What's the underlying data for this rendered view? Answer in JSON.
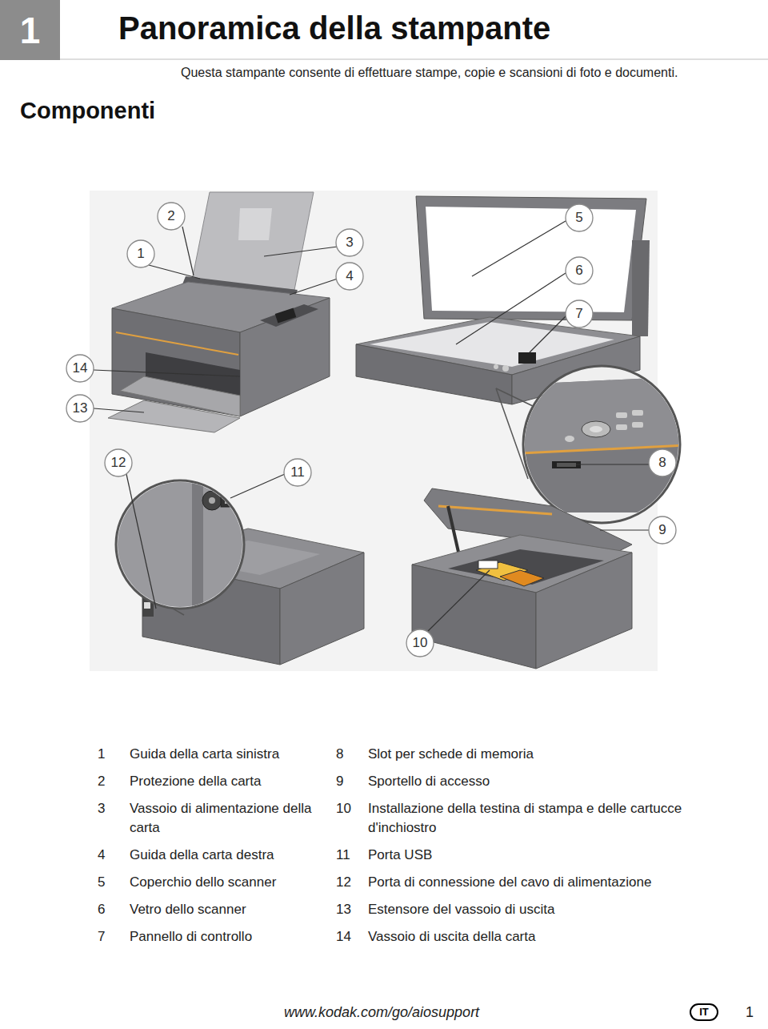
{
  "diagram": {
    "title": "Panoramica della stampante",
    "nodes": [
      {
        "text": [
          "1"
        ]
      },
      {
        "text": [
          "IT"
        ]
      }
    ],
    "labels": [
      "Questa stampante consente di effettuare stampe, copie e scansioni di foto e documenti.",
      "Componenti",
      "2",
      "5",
      "3",
      "1",
      "6",
      "4",
      "7",
      "14",
      "13",
      "12",
      "11",
      "8",
      "9",
      "10",
      "1",
      "Guida della carta sinistra",
      "8",
      "Slot per schede di memoria",
      "2",
      "Protezione della carta",
      "9",
      "Sportello di accesso",
      "3",
      "Vassoio di alimentazione della carta",
      "10",
      "Installazione della testina di stampa e delle cartucce d'inchiostro",
      "4",
      "Guida della carta destra",
      "11",
      "Porta USB",
      "5",
      "Coperchio dello scanner",
      "12",
      "Porta di connessione del cavo di alimentazione",
      "6",
      "Vetro dello scanner",
      "13",
      "Estensore del vassoio di uscita",
      "7",
      "Pannello di controllo",
      "14",
      "Vassoio di uscita della carta",
      "www.kodak.com/go/aiosupport",
      "1"
    ]
  }
}
